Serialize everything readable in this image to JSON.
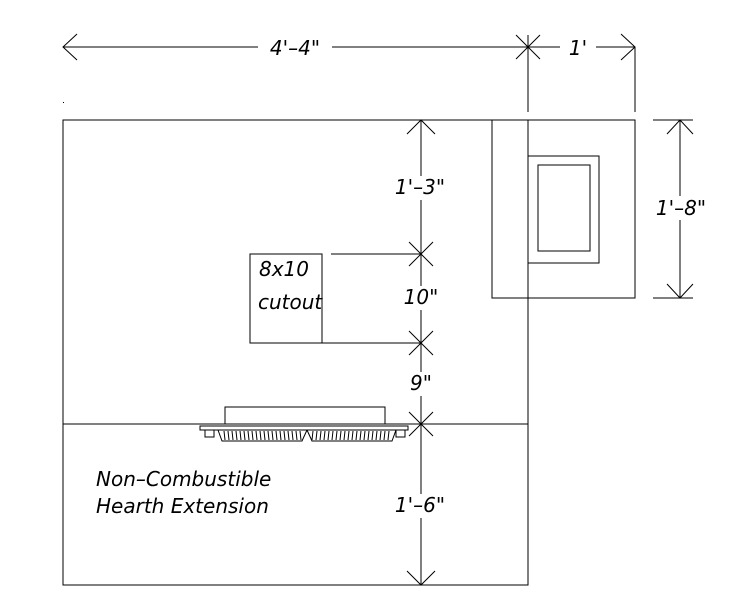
{
  "dimensions": {
    "top_width": "4'–4\"",
    "top_right": "1'",
    "right_height": "1'–8\"",
    "v1": "1'–3\"",
    "v2": "10\"",
    "v3": "9\"",
    "v4": "1'–6\""
  },
  "cutout": {
    "line1": "8x10",
    "line2": "cutout"
  },
  "hearth": {
    "line1": "Non–Combustible",
    "line2": "Hearth Extension"
  }
}
